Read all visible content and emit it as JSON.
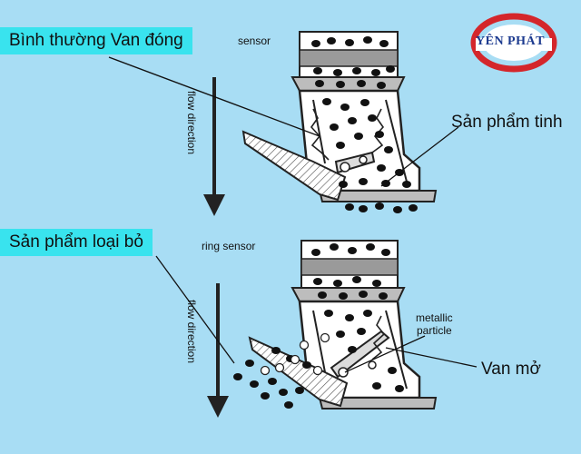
{
  "labels": {
    "top_callout": "Bình thường Van đóng",
    "bottom_callout": "Sản phẩm loại bỏ",
    "product_label": "Sản phẩm tinh",
    "valve_open_label": "Van mở"
  },
  "diagram_top": {
    "sensor_label": "sensor",
    "flow_label": "flow direction"
  },
  "diagram_bottom": {
    "sensor_label": "ring sensor",
    "flow_label": "flow direction",
    "particle_label": "metallic\nparticle"
  },
  "logo": {
    "text": "YÊN PHÁT"
  },
  "colors": {
    "background": "#a8ddf4",
    "callout": "#39e3ee",
    "logo_red": "#d4262b",
    "logo_blue": "#1c3a8f"
  }
}
